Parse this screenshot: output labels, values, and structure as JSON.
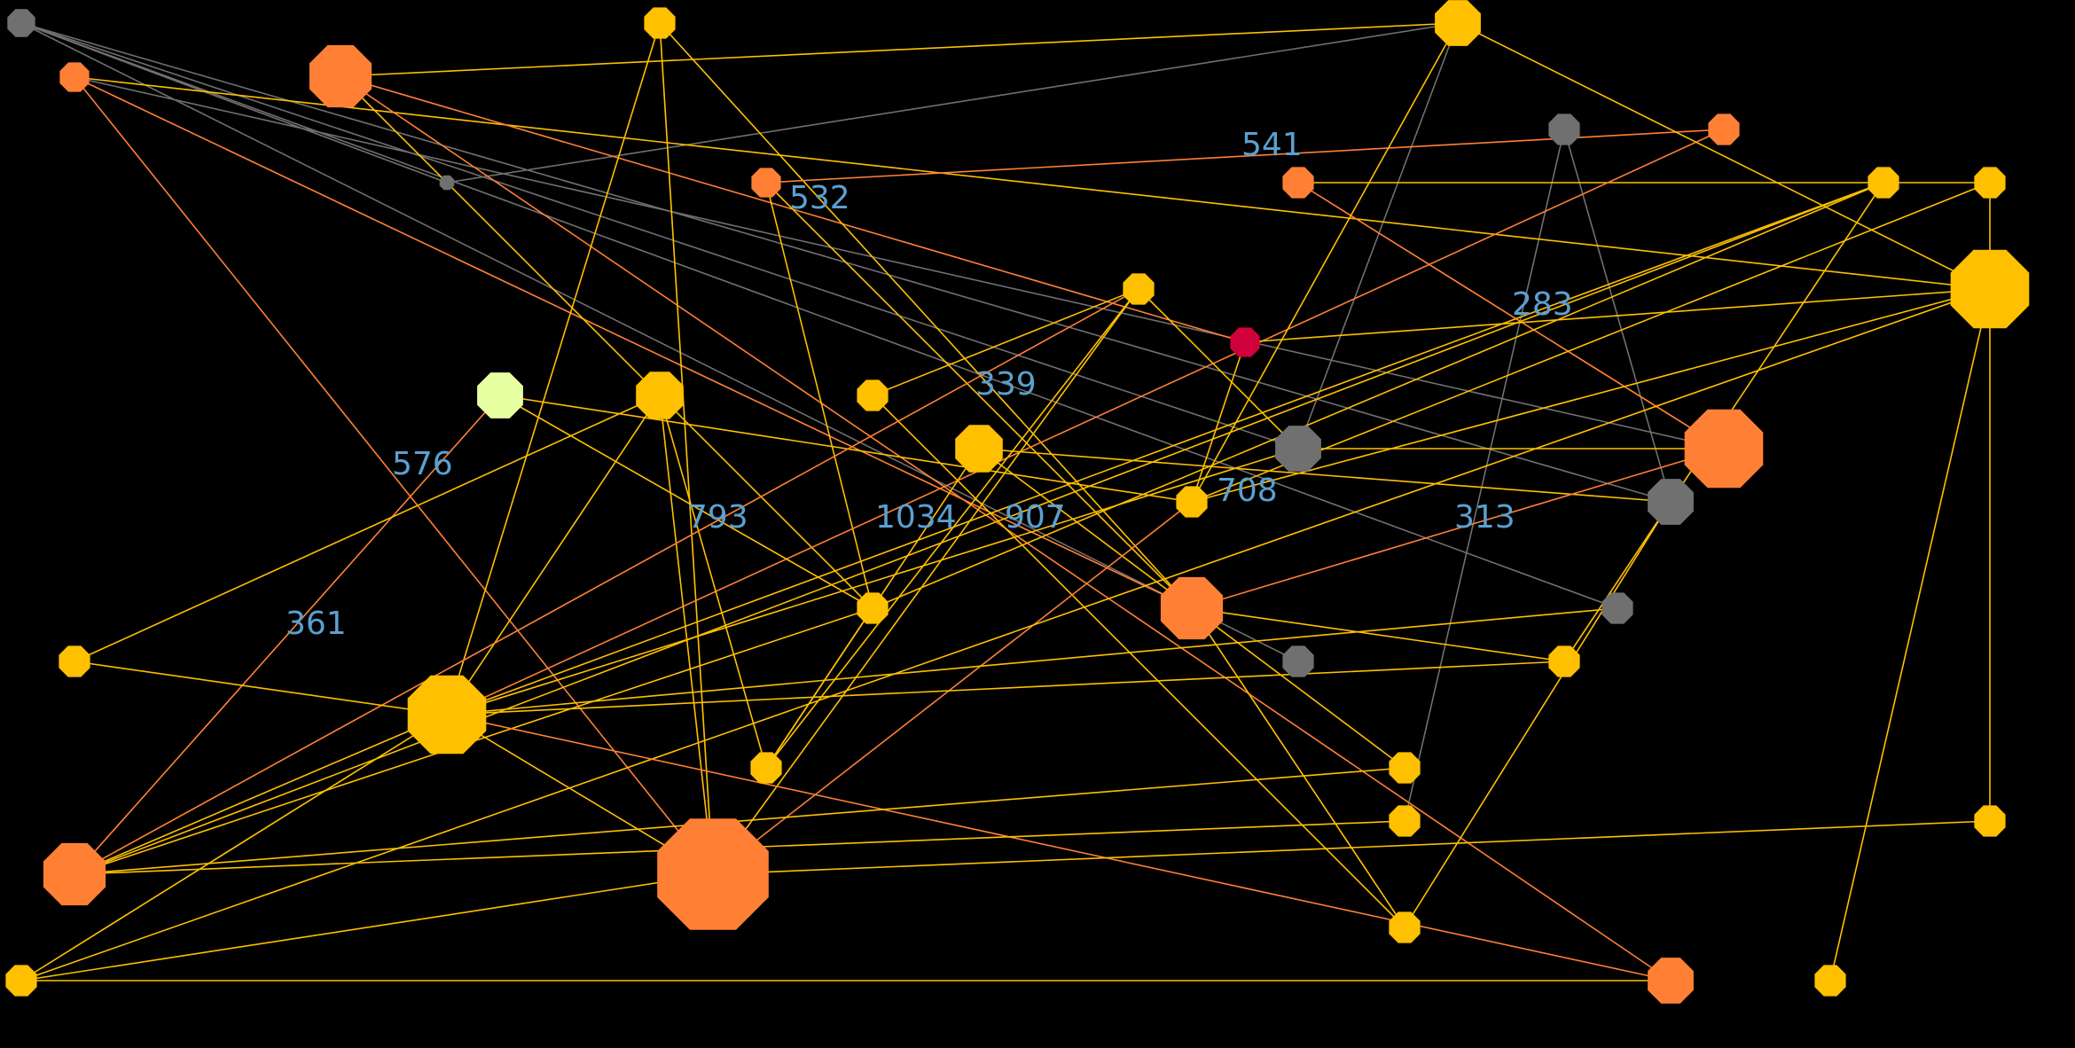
{
  "colors": {
    "background": "#000000",
    "yellow": "#ffc000",
    "orange": "#ff8035",
    "gray": "#707070",
    "red": "#d0003a",
    "lime": "#e6ffa0",
    "label": "#5aa0d0"
  },
  "labels": {
    "n5": "532",
    "n6": "541",
    "n9": "283",
    "n10": "576",
    "n13": "339",
    "n18": "708",
    "n19": "793",
    "n20": "1034",
    "n21": "907",
    "n22": "313",
    "n23": "361"
  }
}
